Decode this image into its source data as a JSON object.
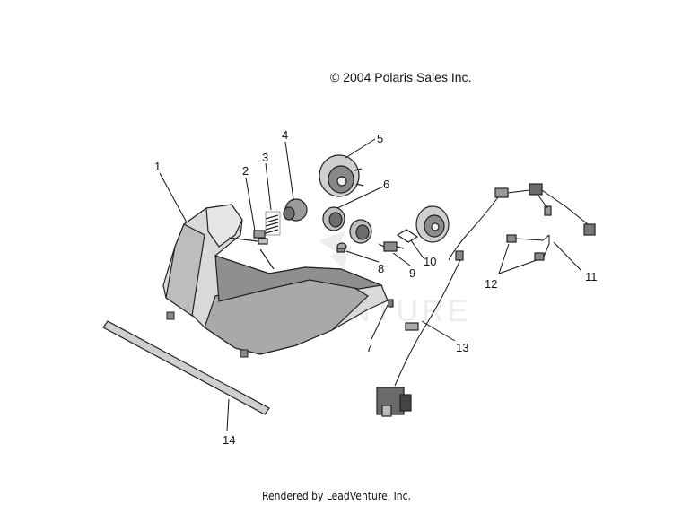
{
  "copyright": "© 2004 Polaris Sales Inc.",
  "footer": "Rendered by LeadVenture, Inc.",
  "watermark": "LEADVENTURE",
  "callouts": [
    "1",
    "2",
    "3",
    "4",
    "5",
    "6",
    "7",
    "8",
    "9",
    "10",
    "11",
    "12",
    "13",
    "14"
  ]
}
